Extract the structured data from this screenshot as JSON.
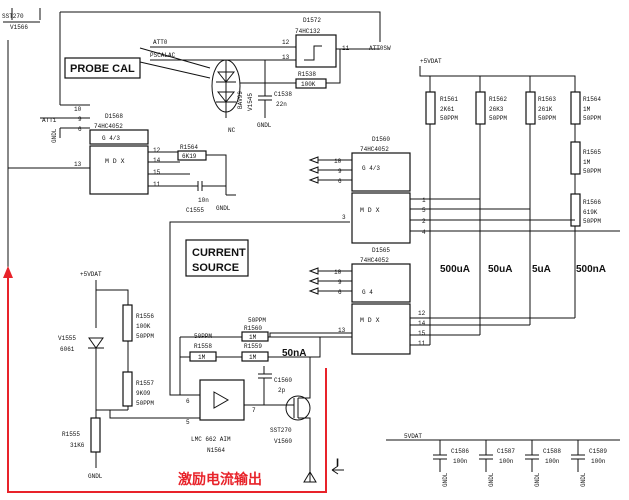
{
  "labels": {
    "probe_cal": "PROBE CAL",
    "current_source": [
      "CURRENT",
      "SOURCE"
    ],
    "excitation_output": "激励电流输出",
    "i_marker": "I"
  },
  "top_left": {
    "part": "SST270",
    "ref": "V1566"
  },
  "chips": {
    "d1572": {
      "ref": "D1572",
      "part": "74HC132",
      "pins": [
        "12",
        "13",
        "11"
      ]
    },
    "d1568": {
      "ref": "D1568",
      "part": "74HC4052",
      "pins": [
        "10",
        "9",
        "6",
        "13",
        "12",
        "14",
        "15",
        "11"
      ],
      "gate": "G 4/3",
      "mdx": "M D X"
    },
    "d1560": {
      "ref": "D1560",
      "part": "74HC4052",
      "pins": [
        "10",
        "9",
        "6",
        "3",
        "1",
        "5",
        "2",
        "4"
      ],
      "gate": "G 4/3",
      "mdx": "M D X"
    },
    "d1565": {
      "ref": "D1565",
      "part": "74HC4052",
      "pins": [
        "10",
        "9",
        "6",
        "13",
        "12",
        "14",
        "15",
        "11"
      ],
      "gate": "G 4",
      "mdx": "M D X"
    },
    "n1564": {
      "ref": "N1564",
      "part": "LMC 662 AIM",
      "pins": [
        "6",
        "5",
        "7"
      ]
    }
  },
  "signals": {
    "att0": "ATT0",
    "pscalac": "PSCALAC",
    "att0sw": "ATT0SW",
    "att1": "ATT1",
    "gndl": "GNDL",
    "vp5": "+5VDAT"
  },
  "diodes": {
    "ref": "BAV99",
    "ref2": "V1545",
    "nc": "NC"
  },
  "caps": {
    "c1538": [
      "C1538",
      "22n"
    ],
    "c1555": [
      "10n",
      "C1555"
    ],
    "c1560": [
      "C1560",
      "2p"
    ],
    "bank": [
      "C1586",
      "C1587",
      "C1588",
      "C1589"
    ],
    "bank_val": "100n",
    "bank_rail": "5VDAT"
  },
  "resistors": {
    "r1538": [
      "R1538",
      "100K"
    ],
    "r1564": [
      "R1564",
      "6K19"
    ],
    "r1561": [
      "R1561",
      "2K61",
      "50PPM"
    ],
    "r1562": [
      "R1562",
      "26K3",
      "50PPM"
    ],
    "r1563": [
      "R1563",
      "261K",
      "50PPM"
    ],
    "r1564b": [
      "R1564",
      "1M",
      "50PPM"
    ],
    "r1565": [
      "R1565",
      "1M",
      "50PPM"
    ],
    "r1566": [
      "R1566",
      "619K",
      "50PPM"
    ],
    "r1556": [
      "R1556",
      "100K",
      "50PPM"
    ],
    "r1557": [
      "R1557",
      "9K09",
      "50PPM"
    ],
    "r1555": [
      "R1555",
      "31K6"
    ],
    "r1560": [
      "R1560",
      "1M",
      "50PPM"
    ],
    "r1558": [
      "R1558",
      "1M",
      "50PPM"
    ],
    "r1559": [
      "R1559",
      "1M"
    ]
  },
  "ranges": [
    "500uA",
    "50uA",
    "5uA",
    "500nA",
    "50nA"
  ],
  "components": {
    "v1555": [
      "V1555",
      "6061"
    ],
    "v1560": [
      "SST270",
      "V1560"
    ],
    "gndl_a": "GNDL",
    "gndl_b": "GNDL"
  }
}
